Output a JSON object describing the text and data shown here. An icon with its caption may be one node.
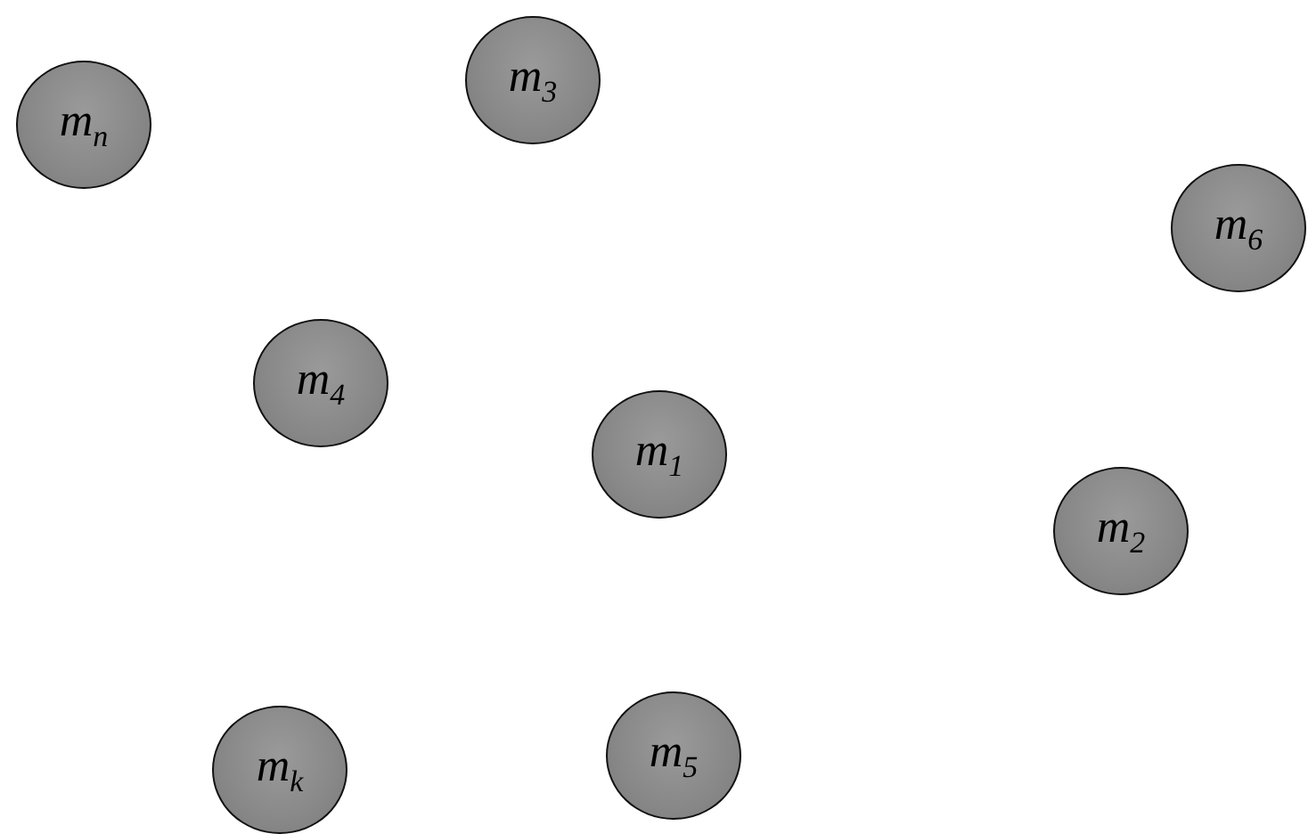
{
  "diagram": {
    "nodes": [
      {
        "text": [
          "m$_{n}$"
        ]
      },
      {
        "text": [
          "m$_{3}$"
        ]
      },
      {
        "text": [
          "m$_{6}$"
        ]
      },
      {
        "text": [
          "m$_{4}$"
        ]
      },
      {
        "text": [
          "m$_{1}$"
        ]
      },
      {
        "text": [
          "m$_{2}$"
        ]
      },
      {
        "text": [
          "m$_{k}$"
        ]
      },
      {
        "text": [
          "m$_{5}$"
        ]
      }
    ]
  }
}
